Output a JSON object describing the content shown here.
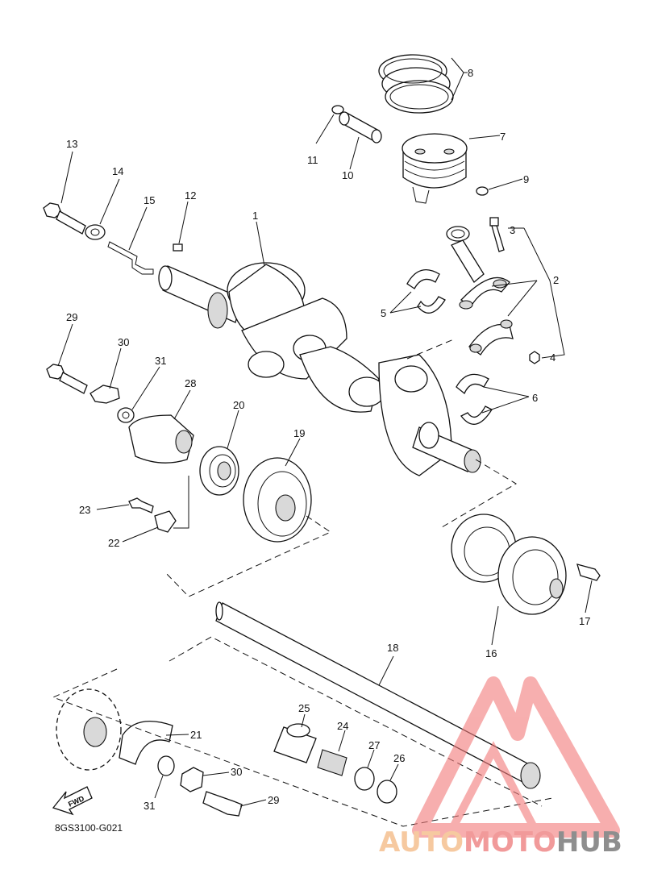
{
  "diagram": {
    "part_code": "8GS3100-G021",
    "fwd_label": "FWD",
    "callouts": [
      "1",
      "2",
      "3",
      "4",
      "5",
      "6",
      "7",
      "8",
      "9",
      "10",
      "11",
      "12",
      "13",
      "14",
      "15",
      "16",
      "17",
      "18",
      "19",
      "20",
      "21",
      "22",
      "23",
      "24",
      "25",
      "26",
      "27",
      "28",
      "29",
      "30",
      "31"
    ],
    "callout_repeats": {
      "29b": "29",
      "30b": "30",
      "31b": "31"
    }
  },
  "watermark": {
    "part1": "AUTO",
    "part2": "MOTO",
    "part3": "HUB",
    "color_light": "#f6c9a0",
    "color_pink": "#f19a9a",
    "color_gray": "#8e8e8e",
    "triangle_color": "#f27a7a"
  }
}
